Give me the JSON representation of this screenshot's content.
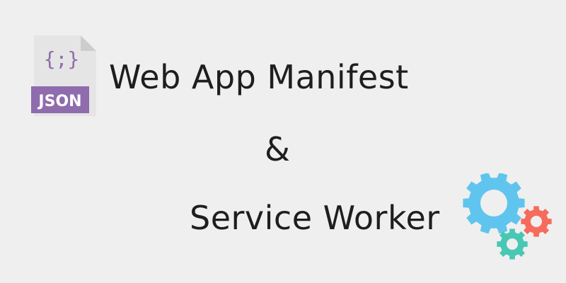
{
  "banner": {
    "line1": "Web  App Manifest",
    "line2": "&",
    "line3": "Service Worker",
    "json_icon": {
      "icon": "json-file-icon",
      "braces": "{;}",
      "label": "JSON",
      "colors": {
        "page": "#e6e6e6",
        "fold": "#cfcfcf",
        "band": "#8f6cad",
        "text": "#ffffff",
        "braces": "#8f6cad"
      }
    },
    "gears_icon": {
      "icon": "gears-icon",
      "colors": {
        "large": "#5fc5ee",
        "medium": "#f56c5d",
        "small": "#49c7b5"
      }
    }
  }
}
